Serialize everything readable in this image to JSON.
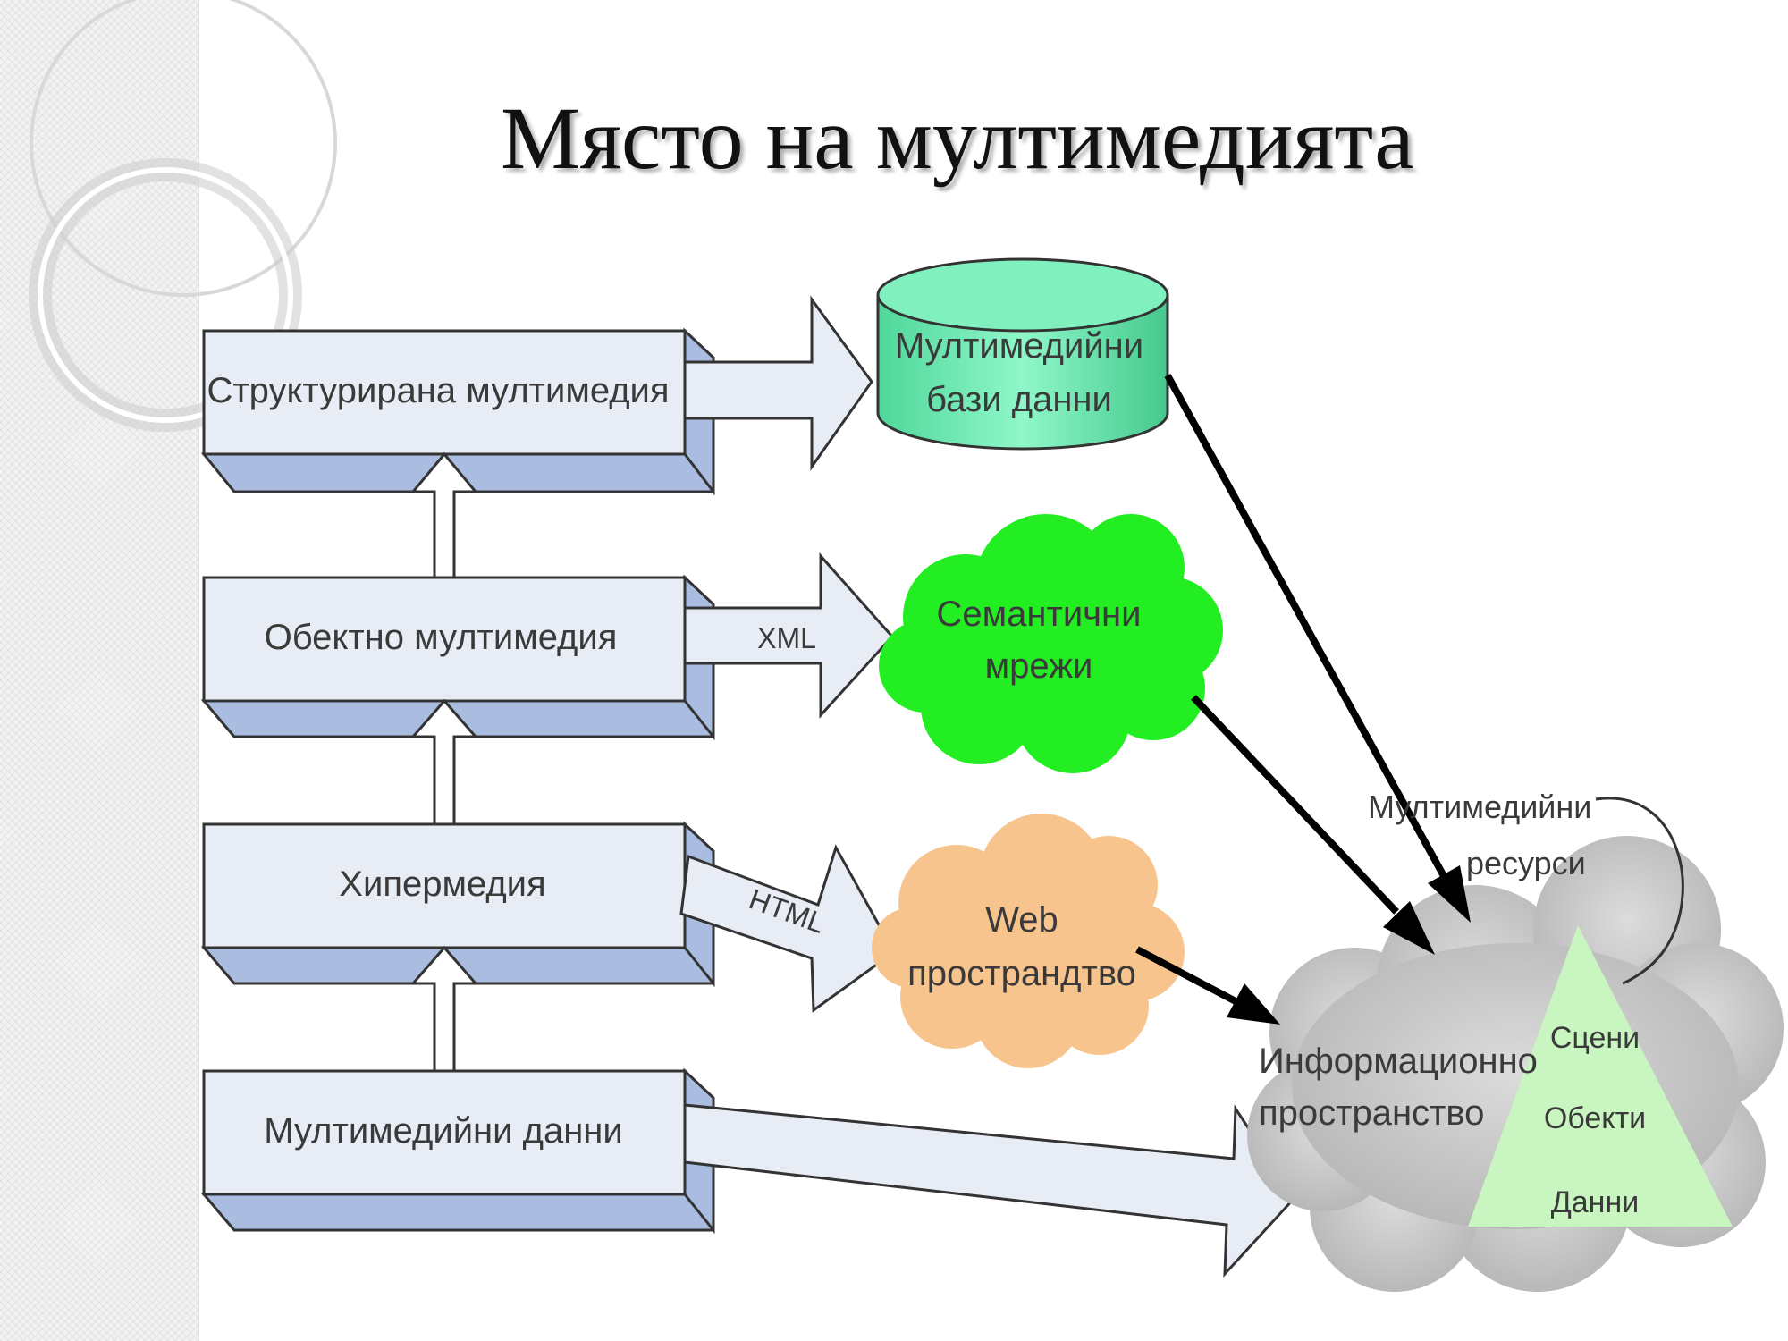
{
  "slide": {
    "title": "Място на мултимедията"
  },
  "diagram": {
    "levels": [
      {
        "id": "structured",
        "label": "Структурирана  мултимедия"
      },
      {
        "id": "object",
        "label": "Обектно мултимедия"
      },
      {
        "id": "hyper",
        "label": "Хипермедия"
      },
      {
        "id": "data",
        "label": "Мултимедийни данни"
      }
    ],
    "connector_labels": {
      "xml": "XML",
      "html": "HTML"
    },
    "targets": {
      "databases": {
        "line1": "Мултимедийни",
        "line2": "бази данни",
        "color": "#6ef0b0"
      },
      "semantic": {
        "line1": "Семантични",
        "line2": "мрежи",
        "color": "#22ee22"
      },
      "web": {
        "line1": "Web",
        "line2": "пространдтво",
        "color": "#f8c48e"
      }
    },
    "info_space": {
      "line1": "Информационно",
      "line2": "пространство",
      "resources_line1": "Мултимедийни",
      "resources_line2": "ресурси",
      "pyramid": [
        "Сцени",
        "Обекти",
        "Данни"
      ],
      "pyramid_color": "#c8f5c0"
    }
  }
}
